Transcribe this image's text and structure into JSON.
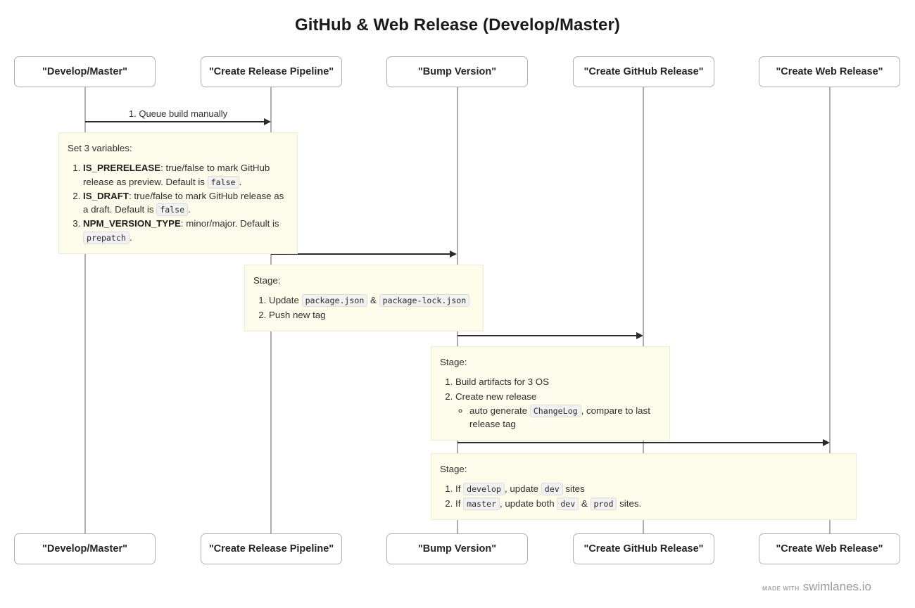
{
  "title": "GitHub & Web Release (Develop/Master)",
  "theme": {
    "note_bg": "#fdfcea",
    "note_border": "#ecebd4",
    "lifeline": "#adadad",
    "arrow": "#2b2b2b",
    "box_border": "#b0b0b0",
    "text": "#2f2f2f"
  },
  "participants": [
    {
      "id": "develop-master",
      "label": "\"Develop/Master\""
    },
    {
      "id": "create-release-pipeline",
      "label": "\"Create Release Pipeline\""
    },
    {
      "id": "bump-version",
      "label": "\"Bump Version\""
    },
    {
      "id": "create-github-release",
      "label": "\"Create GitHub Release\""
    },
    {
      "id": "create-web-release",
      "label": "\"Create Web Release\""
    }
  ],
  "messages": [
    {
      "id": "queue-build-manually",
      "label": "1. Queue build manually",
      "from": "develop-master",
      "to": "create-release-pipeline"
    },
    {
      "id": "pipeline-to-bump",
      "label": "",
      "from": "create-release-pipeline",
      "to": "bump-version"
    },
    {
      "id": "bump-to-github",
      "label": "",
      "from": "bump-version",
      "to": "create-github-release"
    },
    {
      "id": "bump-to-web",
      "label": "",
      "from": "bump-version",
      "to": "create-web-release"
    }
  ],
  "notes": {
    "variables": {
      "heading": "Set 3 variables:",
      "items": [
        {
          "name": "IS_PRERELEASE",
          "text_before": ": true/false to mark GitHub release as preview. Default is ",
          "code": "false",
          "text_after": "."
        },
        {
          "name": "IS_DRAFT",
          "text_before": ": true/false to mark GitHub release as a draft. Default is ",
          "code": "false",
          "text_after": "."
        },
        {
          "name": "NPM_VERSION_TYPE",
          "text_before": ": minor/major. Default is ",
          "code": "prepatch",
          "text_after": "."
        }
      ]
    },
    "bump_stage": {
      "heading": "Stage:",
      "item1_prefix": "Update ",
      "item1_code1": "package.json",
      "item1_mid": " & ",
      "item1_code2": "package-lock.json",
      "item2": "Push new tag"
    },
    "github_stage": {
      "heading": "Stage:",
      "item1": "Build artifacts for 3 OS",
      "item2": "Create new release",
      "sub1_prefix": "auto generate ",
      "sub1_code": "ChangeLog",
      "sub1_suffix": ", compare to last release tag"
    },
    "web_stage": {
      "heading": "Stage:",
      "item1_prefix": "If ",
      "item1_code1": "develop",
      "item1_mid": ", update ",
      "item1_code2": "dev",
      "item1_suffix": " sites",
      "item2_prefix": "If ",
      "item2_code1": "master",
      "item2_mid": ", update both ",
      "item2_code2": "dev",
      "item2_amp": " & ",
      "item2_code3": "prod",
      "item2_suffix": " sites."
    }
  },
  "footer": {
    "made_with": "Made with",
    "brand": "swimlanes.io"
  }
}
